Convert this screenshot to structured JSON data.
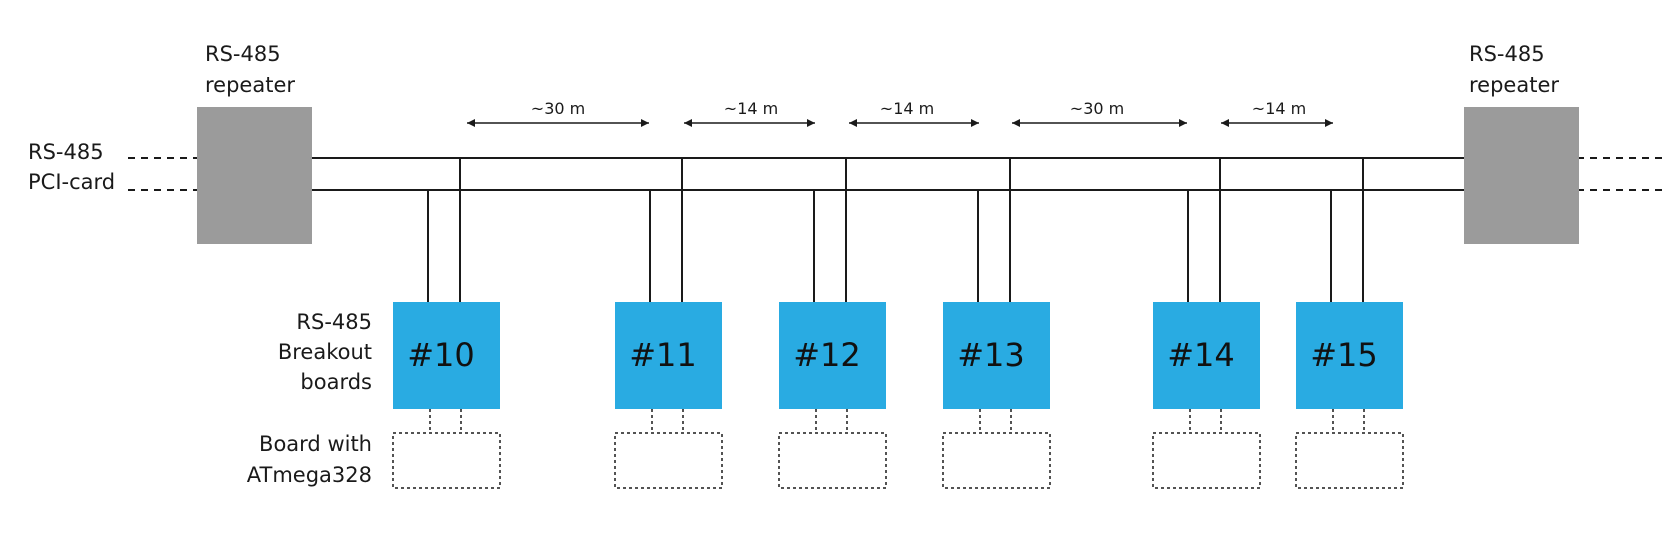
{
  "colors": {
    "repeater": "#9b9b9b",
    "board": "#29abe2",
    "line": "#1a1a1a"
  },
  "labels": {
    "pci_card": [
      "RS-485",
      "PCI-card"
    ],
    "repeater_left": [
      "RS-485",
      "repeater"
    ],
    "repeater_right": [
      "RS-485",
      "repeater"
    ],
    "breakout": [
      "RS-485",
      "Breakout",
      "boards"
    ],
    "atmega": [
      "Board with",
      "ATmega328"
    ]
  },
  "boards": [
    {
      "id": "#10"
    },
    {
      "id": "#11"
    },
    {
      "id": "#12"
    },
    {
      "id": "#13"
    },
    {
      "id": "#14"
    },
    {
      "id": "#15"
    }
  ],
  "distances": [
    "~30 m",
    "~14 m",
    "~14 m",
    "~30 m",
    "~14 m"
  ]
}
